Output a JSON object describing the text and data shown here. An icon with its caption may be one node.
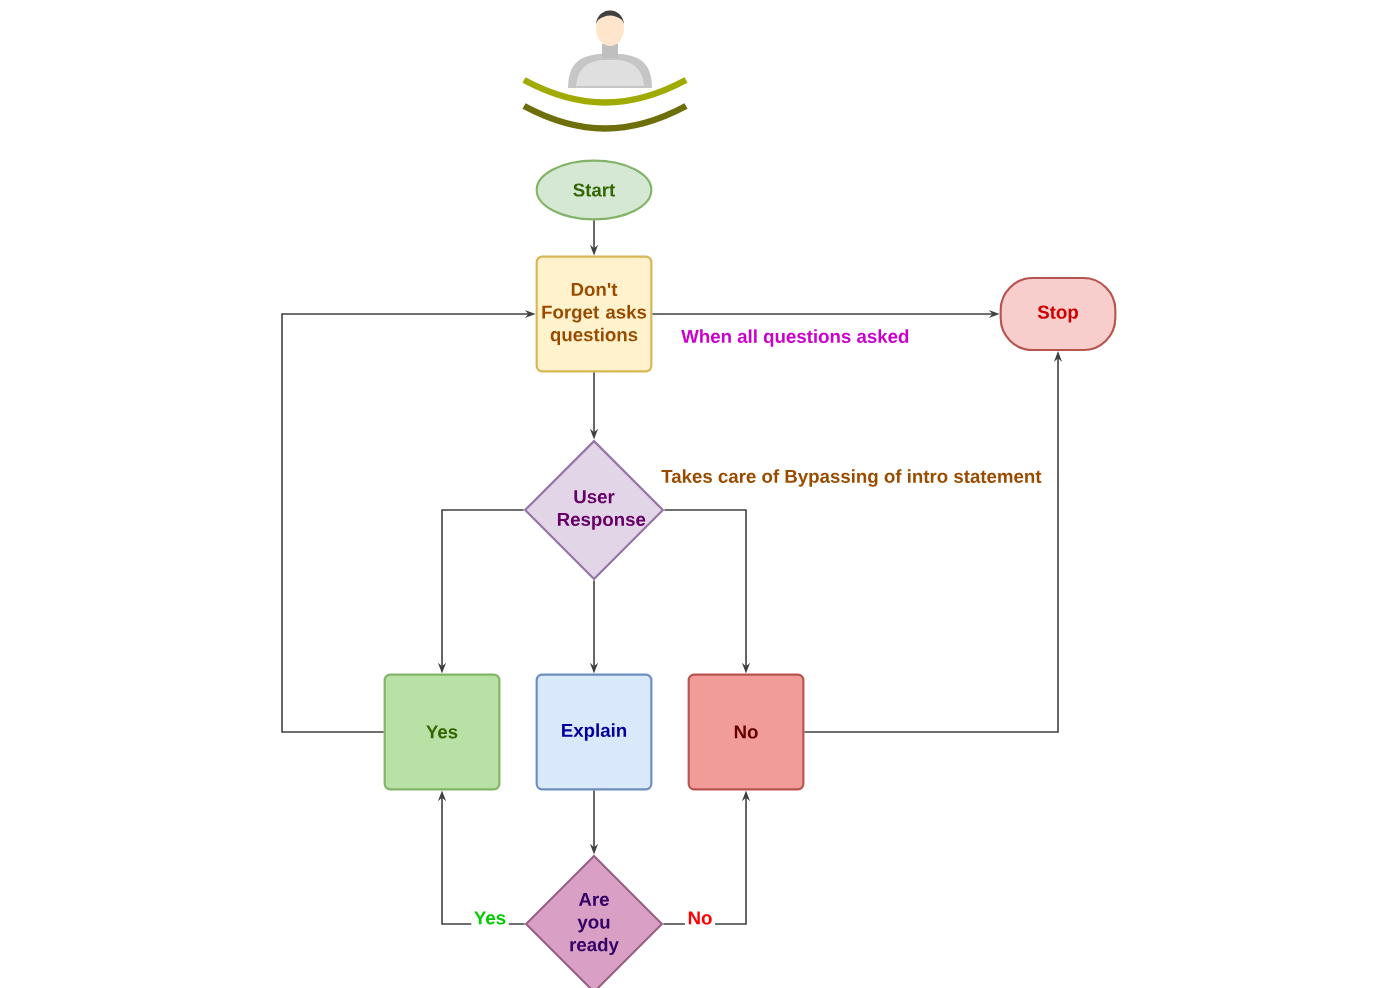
{
  "diagram": {
    "nodes": [
      {
        "text": [
          "Start"
        ]
      },
      {
        "text": [
          "Don't Forget asks questions"
        ]
      },
      {
        "text": [
          "Stop"
        ]
      },
      {
        "text": [
          "User Response"
        ]
      },
      {
        "text": [
          "Yes"
        ]
      },
      {
        "text": [
          "Explain"
        ]
      },
      {
        "text": [
          "No"
        ]
      },
      {
        "text": [
          "Are you ready"
        ]
      }
    ],
    "edges": [
      {
        "from": 0,
        "to": 1,
        "arrow": "to"
      },
      {
        "from": 1,
        "to": 2,
        "arrow": "to",
        "label": "When all questions asked"
      },
      {
        "from": 1,
        "to": 3,
        "arrow": "to"
      },
      {
        "from": 3,
        "to": 4,
        "arrow": "to"
      },
      {
        "from": 3,
        "to": 5,
        "arrow": "to"
      },
      {
        "from": 3,
        "to": 6,
        "arrow": "to"
      },
      {
        "from": 4,
        "to": 1,
        "arrow": "to"
      },
      {
        "from": 6,
        "to": 2,
        "arrow": "to"
      },
      {
        "from": 5,
        "to": 7,
        "arrow": "to"
      },
      {
        "from": 7,
        "to": 4,
        "arrow": "to",
        "label": "Yes"
      },
      {
        "from": 7,
        "to": 6,
        "arrow": "to",
        "label": "No"
      }
    ],
    "labels": [
      "Takes care of Bypassing of intro statement"
    ]
  }
}
